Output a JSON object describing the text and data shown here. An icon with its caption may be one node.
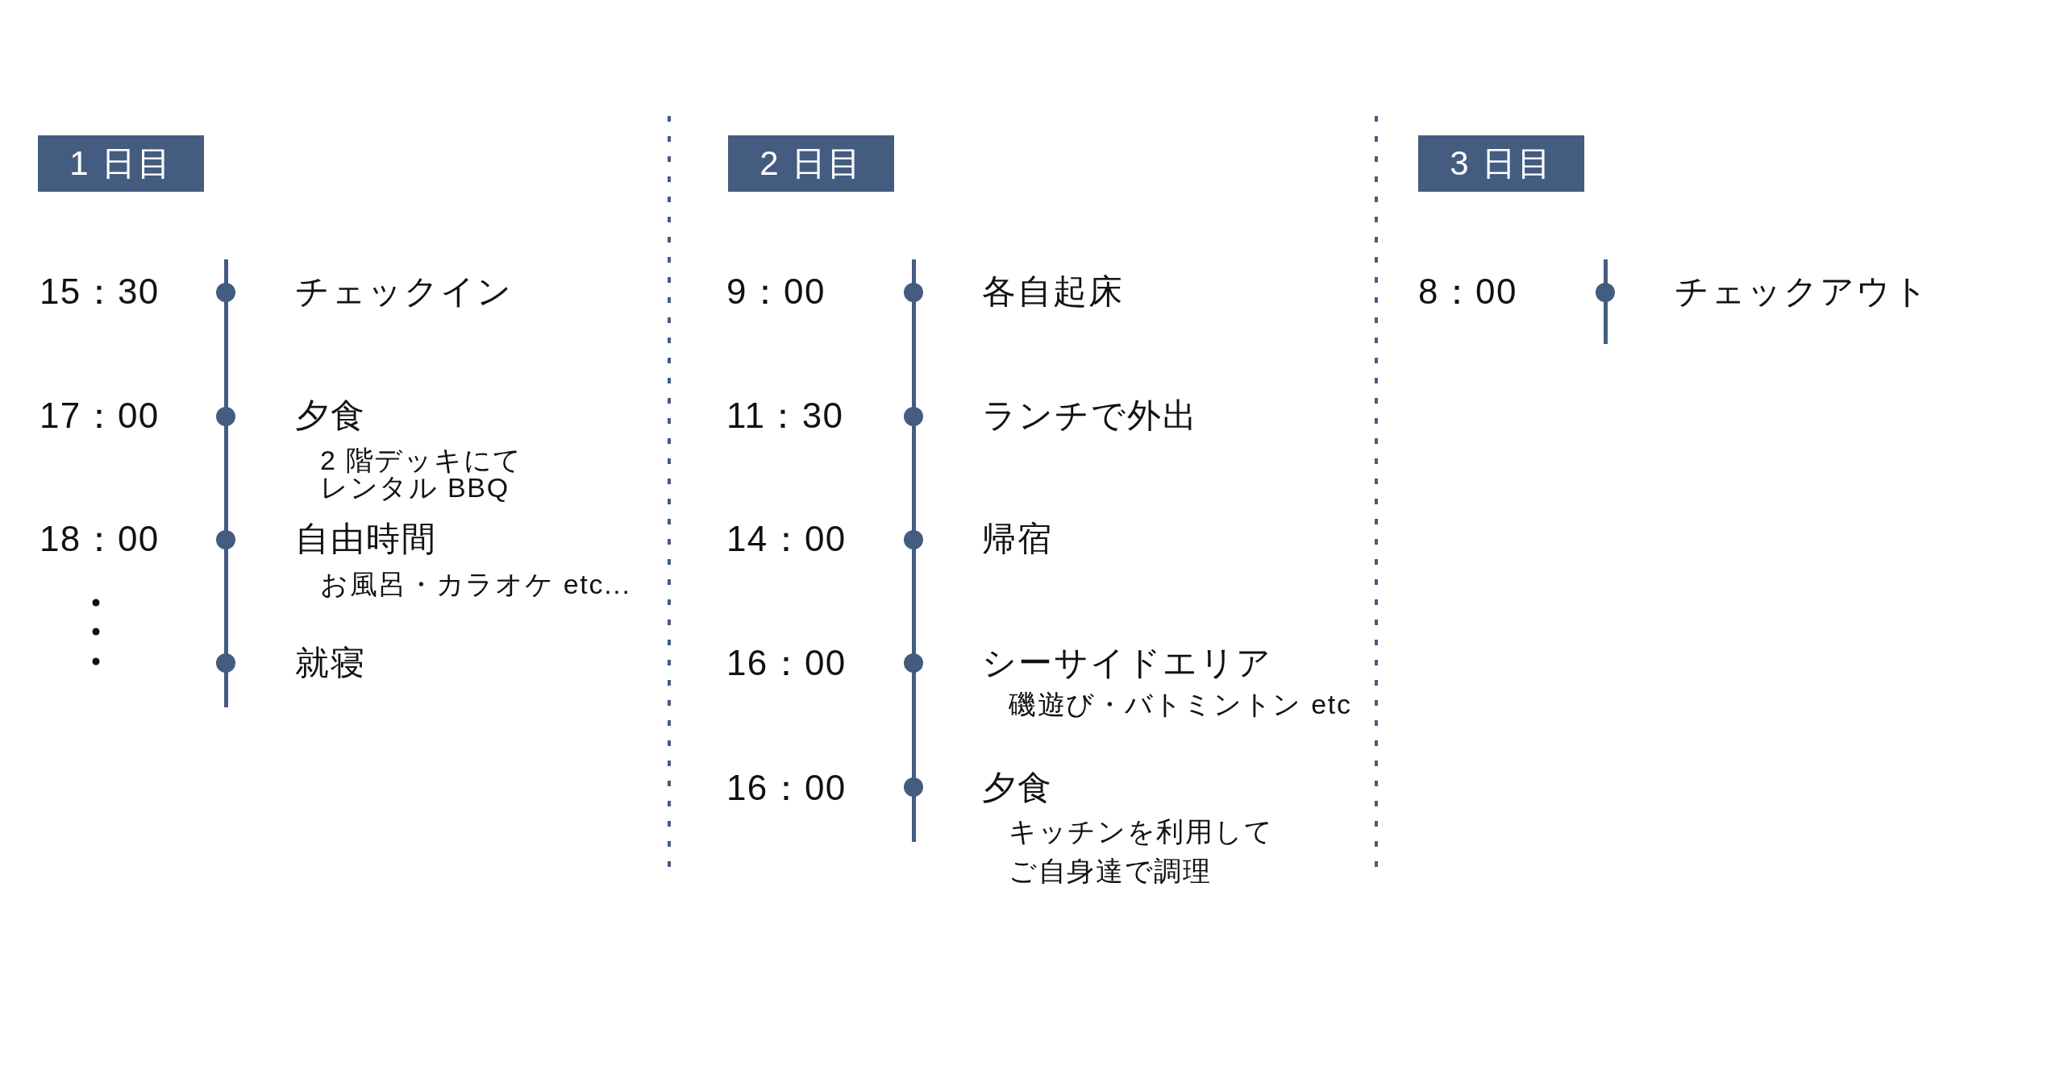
{
  "diagram": {
    "nodes": [
      {
        "text": [
          "1 日目"
        ]
      },
      {
        "text": [
          "2 日目"
        ]
      },
      {
        "text": [
          "3 日目"
        ]
      }
    ],
    "labels": [
      "15：30",
      "チェックイン",
      "17：00",
      "夕食",
      "2 階デッキにてレンタル BBQ",
      "18：00",
      "自由時間",
      "お風呂・カラオケ etc...",
      "就寝",
      "9：00",
      "各自起床",
      "11：30",
      "ランチで外出",
      "14：00",
      "帰宿",
      "16：00",
      "シーサイドエリア",
      "磯遊び・バトミントン etc",
      "16：00",
      "夕食",
      "キッチンを利用してご自身達で調理",
      "8：00",
      "チェックアウト"
    ]
  }
}
